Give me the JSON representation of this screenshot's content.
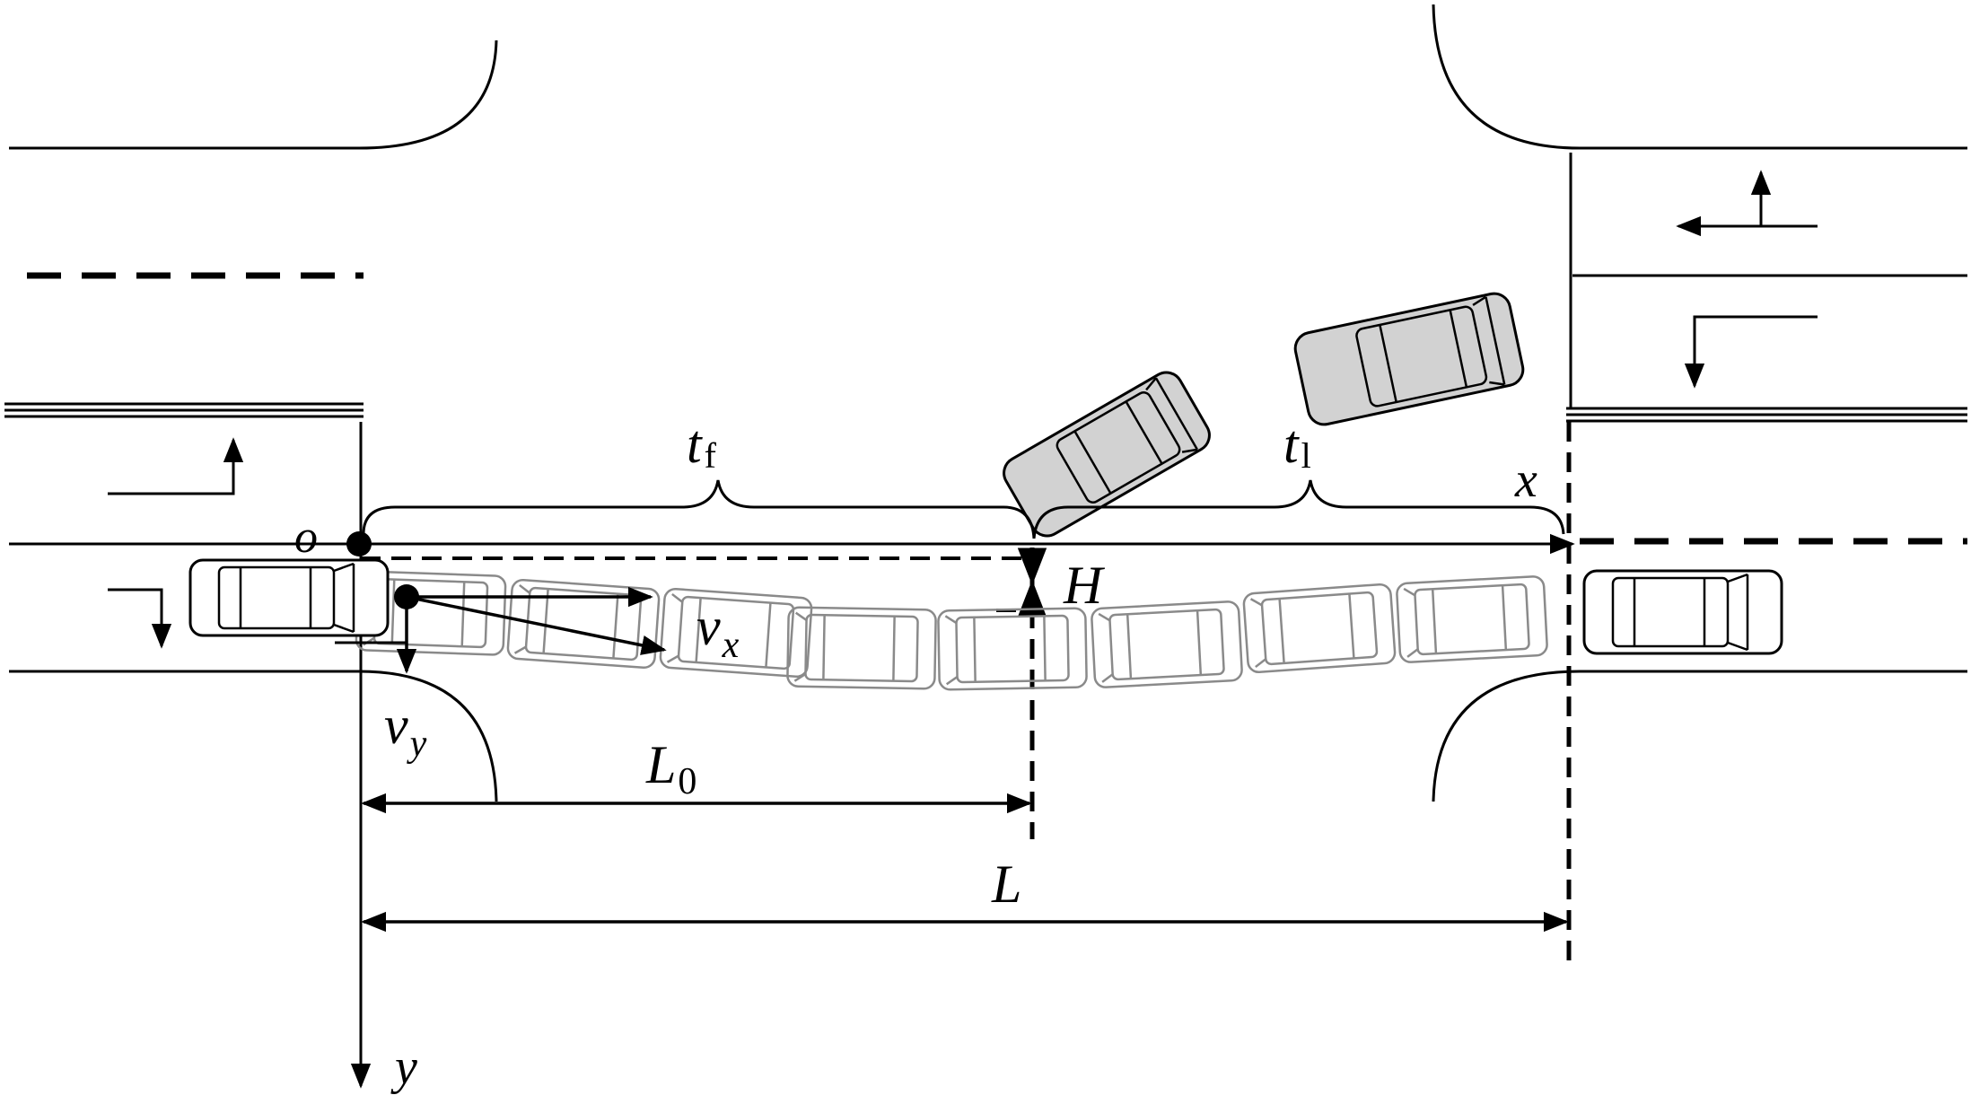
{
  "labels": {
    "origin": "o",
    "x_axis": "x",
    "y_axis": "y",
    "t": "t",
    "t_f_sub": "f",
    "t_l_sub": "l",
    "H": "H",
    "v": "v",
    "v_x_sub": "x",
    "v_y_sub": "y",
    "L": "L",
    "L0_sub": "0"
  },
  "colors": {
    "line": "#000000",
    "ghost_car": "#8a8a8a",
    "gray_car_fill": "#d2d2d2"
  },
  "icons": [
    "car-icon",
    "turn-right-arrow-icon",
    "turn-left-arrow-icon",
    "arrow-icon"
  ]
}
